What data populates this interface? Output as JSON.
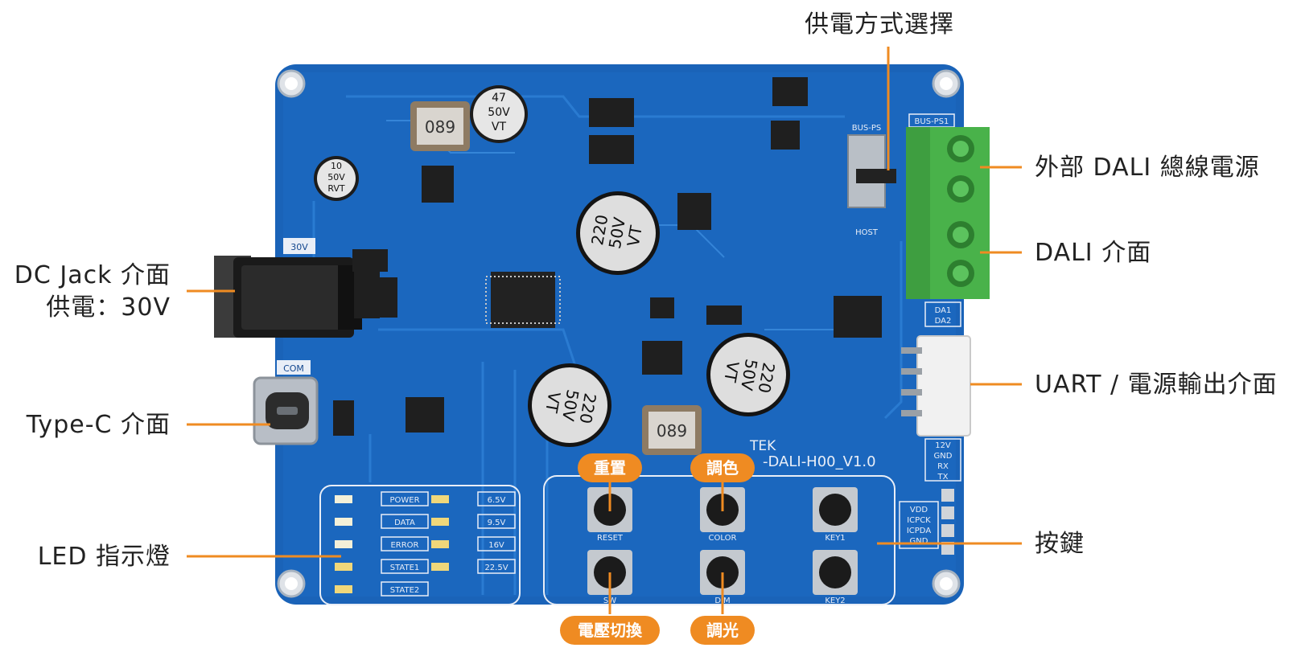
{
  "callouts": {
    "power_select": "供電方式選擇",
    "dc_jack_line1": "DC Jack 介面",
    "dc_jack_line2": "供電：30V",
    "type_c": "Type-C 介面",
    "led_indicator": "LED 指示燈",
    "external_dali_bus_power": "外部 DALI 總線電源",
    "dali_interface": "DALI 介面",
    "uart_power_out": "UART / 電源輸出介面",
    "buttons": "按鍵"
  },
  "button_labels": {
    "reset": "重置",
    "color": "調色",
    "voltage_switch": "電壓切換",
    "dimming": "調光"
  },
  "board": {
    "model": "-DALI-H00_V1.0",
    "brand": "TEK",
    "silk_30v": "30V",
    "silk_com": "COM",
    "silk_host": "HOST",
    "silk_bus_ps": "BUS-PS",
    "silk_bus_ps1": "BUS-PS1",
    "dali_pins": [
      "DA1",
      "DA2"
    ],
    "uart_pins": [
      "12V",
      "GND",
      "RX",
      "TX"
    ],
    "prog_pins": [
      "VDD",
      "ICPCK",
      "ICPDA",
      "GND"
    ],
    "led_labels_left": [
      "POWER",
      "DATA",
      "ERROR",
      "STATE1",
      "STATE2"
    ],
    "led_labels_right": [
      "6.5V",
      "9.5V",
      "16V",
      "22.5V"
    ],
    "button_silks": [
      "RESET",
      "COLOR",
      "KEY1",
      "SW",
      "DIM",
      "KEY2"
    ],
    "cap_big_1": [
      "220",
      "50V",
      "VT"
    ],
    "cap_big_2": [
      "220",
      "50V",
      "VT"
    ],
    "cap_big_3": [
      "220",
      "50V",
      "VT"
    ],
    "cap_small_1": [
      "47",
      "50V",
      "VT"
    ],
    "cap_small_2": [
      "10",
      "50V",
      "RVT"
    ],
    "inductor_1": "089",
    "inductor_2": "089"
  },
  "colors": {
    "accent": "#ef8b22",
    "pcb": "#1a63b8",
    "terminal": "#49b24a"
  }
}
